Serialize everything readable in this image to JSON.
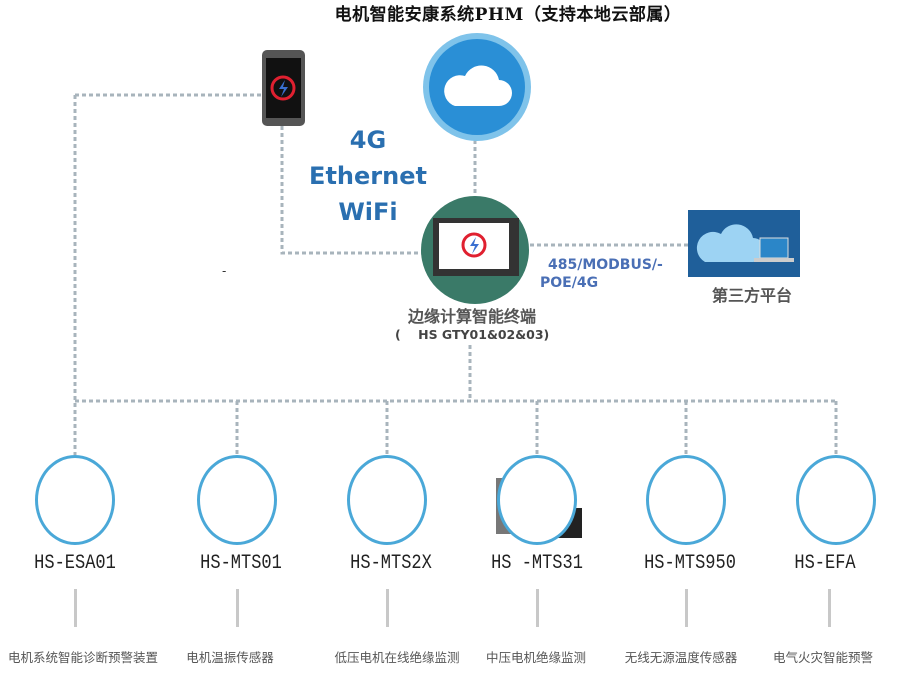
{
  "title": "电机智能安康系统PHM（支持本地云部属）",
  "connectivity": [
    "4G",
    "Ethernet",
    "WiFi"
  ],
  "protocol": {
    "line1": "485/MODBUS/-",
    "line2": "POE/4G"
  },
  "third_party": {
    "label": "第三方平台"
  },
  "edge_terminal": {
    "label": "边缘计算智能终端",
    "model": "(    HS GTY01&02&03)"
  },
  "stray_mark": "-",
  "colors": {
    "accent_blue": "#2a6fb0",
    "ring": "#4aa8d8",
    "cloud": "#2a8fd6",
    "terminal": "#3a7a68"
  },
  "devices": [
    {
      "model": "HS-ESA01",
      "desc": "电机系统智能诊断预警装置"
    },
    {
      "model": "HS-MTS01",
      "desc": "电机温振传感器"
    },
    {
      "model": "HS-MTS2X",
      "desc": "低压电机在线绝缘监测"
    },
    {
      "model": "HS -MTS31",
      "desc": "中压电机绝缘监测"
    },
    {
      "model": "HS-MTS950",
      "desc": "无线无源温度传感器"
    },
    {
      "model": "HS-EFA",
      "desc": "电气火灾智能预警"
    }
  ]
}
